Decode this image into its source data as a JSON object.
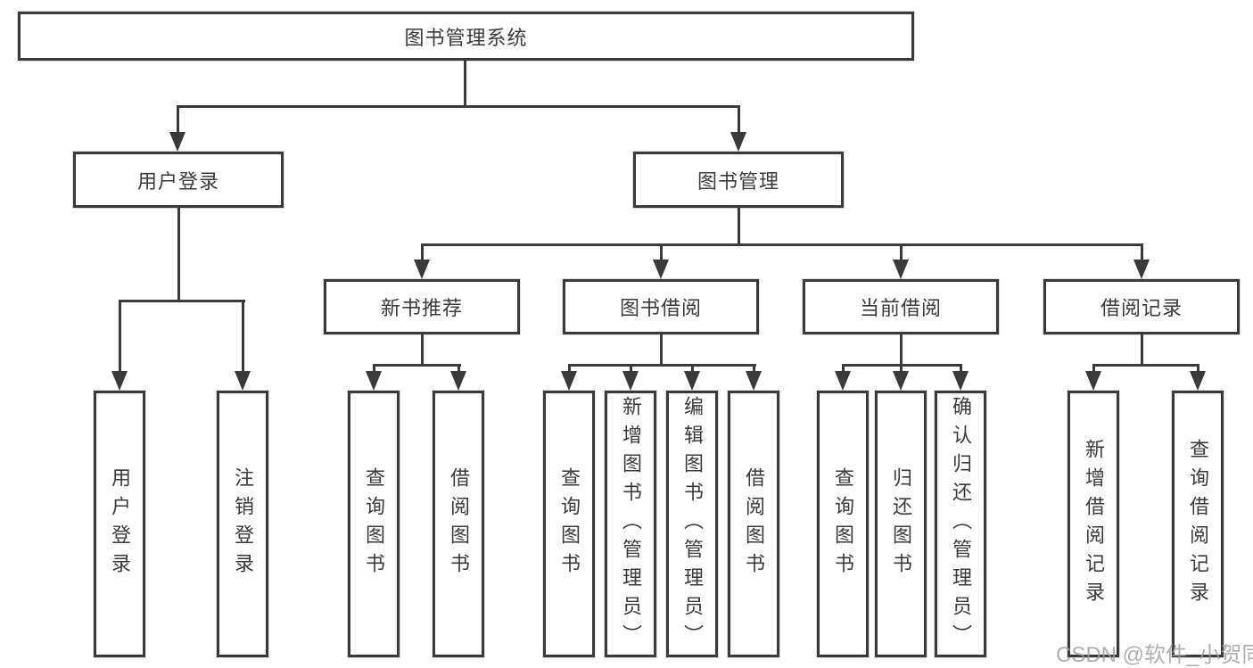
{
  "diagram": {
    "kind": "functional-structure-tree",
    "tree": {
      "label": "图书管理系统",
      "children": [
        {
          "label": "用户登录",
          "children": [
            {
              "label": "用户登录"
            },
            {
              "label": "注销登录"
            }
          ]
        },
        {
          "label": "图书管理",
          "children": [
            {
              "label": "新书推荐",
              "children": [
                {
                  "label": "查询图书"
                },
                {
                  "label": "借阅图书"
                }
              ]
            },
            {
              "label": "图书借阅",
              "children": [
                {
                  "label": "查询图书"
                },
                {
                  "label": "新增图书（管理员）"
                },
                {
                  "label": "编辑图书（管理员）"
                },
                {
                  "label": "借阅图书"
                }
              ]
            },
            {
              "label": "当前借阅",
              "children": [
                {
                  "label": "查询图书"
                },
                {
                  "label": "归还图书"
                },
                {
                  "label": "确认归还（管理员）"
                }
              ]
            },
            {
              "label": "借阅记录",
              "children": [
                {
                  "label": "新增借阅记录"
                },
                {
                  "label": "查询借阅记录"
                }
              ]
            }
          ]
        }
      ]
    },
    "colors": {
      "line": "#3a3a3a",
      "text": "#3b3b3b",
      "background": "#ffffff",
      "watermark": "#9e9e9e"
    }
  },
  "watermark": {
    "text": "CSDN @软件_小贺同学"
  }
}
